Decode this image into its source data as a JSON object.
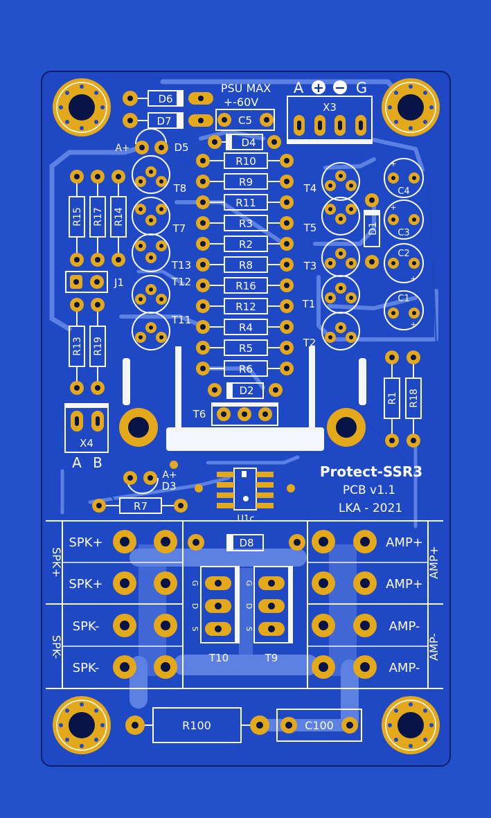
{
  "board": {
    "title": "Protect-SSR3",
    "pcb_version": "PCB v1.1",
    "author_year": "LKA - 2021",
    "psu_note_line1": "PSU MAX",
    "psu_note_line2": "+-60V"
  },
  "colors": {
    "background": "#2251c9",
    "board": "#1f49c4",
    "copper_pad": "#e3a91b",
    "silkscreen": "#f4f6fb",
    "trace": "#5d80e3"
  },
  "connectors": {
    "x3": {
      "ref": "X3",
      "pin_a": "A",
      "pin_plus": "+",
      "pin_minus": "−",
      "pin_g": "G"
    },
    "x4": {
      "ref": "X4",
      "pin_a": "A",
      "pin_b": "B"
    },
    "j1": {
      "ref": "J1"
    }
  },
  "components": {
    "diodes": [
      "D6",
      "D7",
      "D4",
      "D2",
      "D8",
      "D1"
    ],
    "leds": {
      "d5": "D5",
      "d3": "D3",
      "anode_mark": "A+"
    },
    "caps": [
      "C5",
      "C4",
      "C3",
      "C2",
      "C1",
      "C100"
    ],
    "resistors_center": [
      "R10",
      "R9",
      "R11",
      "R3",
      "R2",
      "R8",
      "R16",
      "R12",
      "R4",
      "R5",
      "R6"
    ],
    "resistors_vertical": [
      "R15",
      "R17",
      "R14",
      "R13",
      "R19",
      "R1",
      "R18"
    ],
    "r7": "R7",
    "r100": "R100",
    "transistors_left": [
      "T8",
      "T7",
      "T13",
      "T12",
      "T11"
    ],
    "transistors_right": [
      "T4",
      "T5",
      "T3",
      "T1",
      "T2"
    ],
    "t6": "T6",
    "u1c": "U1c",
    "mosfets": {
      "t10": "T10",
      "t9": "T9",
      "pin_g": "G",
      "pin_d": "D",
      "pin_s": "S"
    },
    "cap_plus": "+"
  },
  "terminals": {
    "left": [
      "SPK+",
      "SPK+",
      "SPK-",
      "SPK-"
    ],
    "right": [
      "AMP+",
      "AMP+",
      "AMP-",
      "AMP-"
    ],
    "left_group_labels": [
      "SPK+",
      "SPK-"
    ],
    "right_group_labels": [
      "AMP+",
      "AMP-"
    ]
  }
}
